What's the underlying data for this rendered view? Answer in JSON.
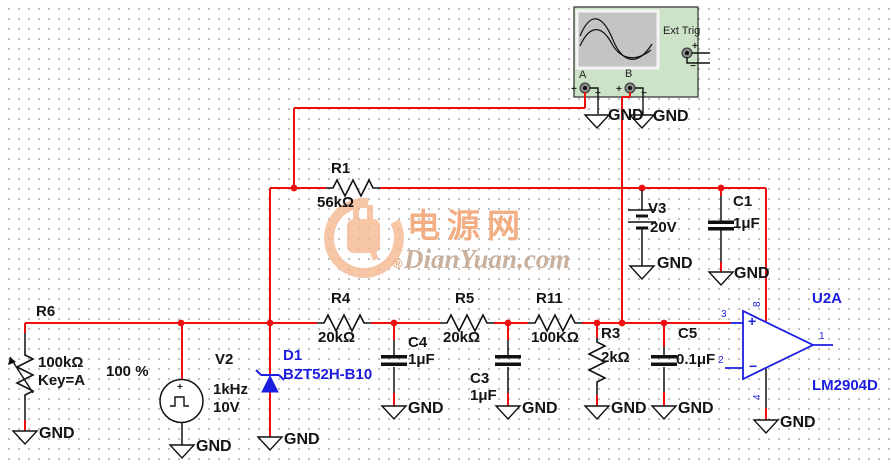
{
  "colors": {
    "wire_red": "#ee1010",
    "symbol_blue": "#1d1de0",
    "scope_green": "#cde3c7",
    "screen_gray": "#c4c4c4",
    "watermark_orange": "#f5b991"
  },
  "watermark": {
    "brand": "电源网",
    "domain": "DianYuan.com",
    "registered": "®"
  },
  "labels": {
    "gnd": "GND"
  },
  "scope": {
    "ext_trig": "Ext Trig",
    "ch_a": "A",
    "ch_b": "B",
    "plus": "+",
    "minus": "−"
  },
  "components": {
    "r6": {
      "ref": "R6",
      "value": "100kΩ",
      "key": "Key=A",
      "percent": "100 %"
    },
    "v2": {
      "ref": "V2",
      "freq": "1kHz",
      "volt": "10V",
      "plus": "+"
    },
    "d1": {
      "ref": "D1",
      "part": "BZT52H-B10"
    },
    "r1": {
      "ref": "R1",
      "value": "56kΩ"
    },
    "r4": {
      "ref": "R4",
      "value": "20kΩ"
    },
    "c4": {
      "ref": "C4",
      "value": "1μF"
    },
    "r5": {
      "ref": "R5",
      "value": "20kΩ"
    },
    "c3": {
      "ref": "C3",
      "value": "1μF"
    },
    "r11": {
      "ref": "R11",
      "value": "100KΩ"
    },
    "r3": {
      "ref": "R3",
      "value": "2kΩ"
    },
    "c5": {
      "ref": "C5",
      "value": "0.1μF"
    },
    "v3": {
      "ref": "V3",
      "value": "20V"
    },
    "c1": {
      "ref": "C1",
      "value": "1μF"
    },
    "u2a": {
      "ref": "U2A",
      "part": "LM2904D",
      "plus": "+",
      "minus": "−",
      "pin1": "1",
      "pin2": "2",
      "pin3": "3",
      "pin4": "4",
      "pin8": "8"
    }
  }
}
